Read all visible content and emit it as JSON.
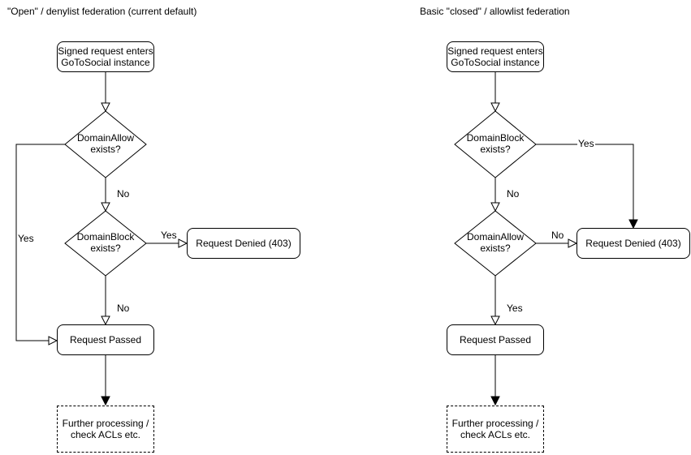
{
  "colors": {
    "stroke": "#000000",
    "shape_fill": "#ffffff",
    "text": "#000000",
    "background": "#ffffff"
  },
  "left": {
    "title": "\"Open\" / denylist federation (current default)",
    "start": "Signed request enters\nGoToSocial instance",
    "decision1": "DomainAllow\nexists?",
    "decision1_yes": "Yes",
    "decision1_no": "No",
    "decision2": "DomainBlock\nexists?",
    "decision2_yes": "Yes",
    "decision2_no": "No",
    "denied": "Request Denied (403)",
    "passed": "Request Passed",
    "further": "Further processing /\ncheck ACLs etc."
  },
  "right": {
    "title": "Basic \"closed\" / allowlist federation",
    "start": "Signed request enters\nGoToSocial instance",
    "decision1": "DomainBlock\nexists?",
    "decision1_yes": "Yes",
    "decision1_no": "No",
    "decision2": "DomainAllow\nexists?",
    "decision2_yes": "Yes",
    "decision2_no": "No",
    "denied": "Request Denied (403)",
    "passed": "Request Passed",
    "further": "Further processing /\ncheck ACLs etc."
  }
}
